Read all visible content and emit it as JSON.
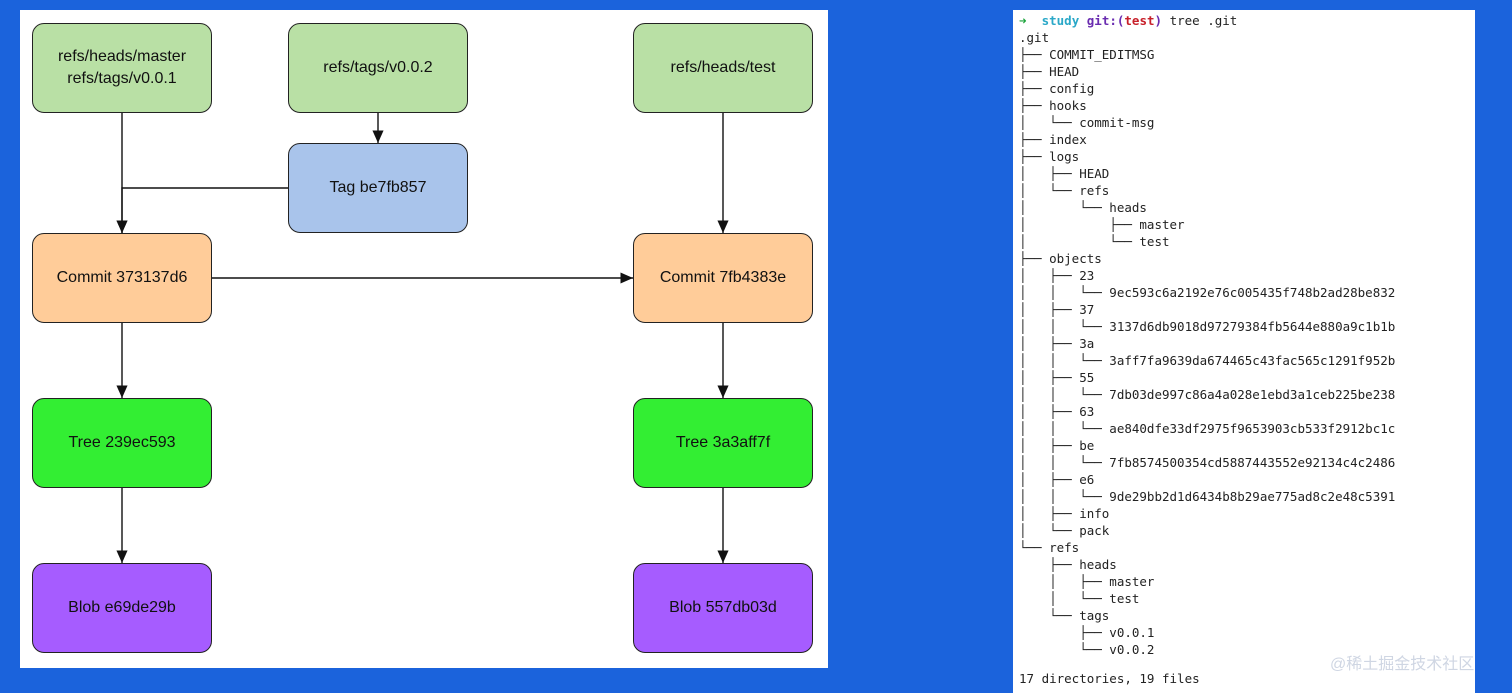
{
  "diagram": {
    "nodes": [
      {
        "id": "ref-master",
        "kind": "ref",
        "lines": [
          "refs/heads/master",
          "refs/tags/v0.0.1"
        ]
      },
      {
        "id": "ref-tag2",
        "kind": "ref",
        "lines": [
          "refs/tags/v0.0.2"
        ]
      },
      {
        "id": "ref-test",
        "kind": "ref",
        "lines": [
          "refs/heads/test"
        ]
      },
      {
        "id": "tag",
        "kind": "tag",
        "lines": [
          "Tag be7fb857"
        ]
      },
      {
        "id": "commit1",
        "kind": "commit",
        "lines": [
          "Commit 373137d6"
        ]
      },
      {
        "id": "commit2",
        "kind": "commit",
        "lines": [
          "Commit 7fb4383e"
        ]
      },
      {
        "id": "tree1",
        "kind": "tree",
        "lines": [
          "Tree 239ec593"
        ]
      },
      {
        "id": "tree2",
        "kind": "tree",
        "lines": [
          "Tree 3a3aff7f"
        ]
      },
      {
        "id": "blob1",
        "kind": "blob",
        "lines": [
          "Blob e69de29b"
        ]
      },
      {
        "id": "blob2",
        "kind": "blob",
        "lines": [
          "Blob 557db03d"
        ]
      }
    ],
    "edges": [
      [
        "ref-master",
        "commit1"
      ],
      [
        "ref-tag2",
        "tag"
      ],
      [
        "tag",
        "commit1"
      ],
      [
        "ref-test",
        "commit2"
      ],
      [
        "commit1",
        "commit2"
      ],
      [
        "commit1",
        "tree1"
      ],
      [
        "tree1",
        "blob1"
      ],
      [
        "commit2",
        "tree2"
      ],
      [
        "tree2",
        "blob2"
      ]
    ],
    "colors": {
      "ref": "#b9e0a5",
      "tag": "#a9c4eb",
      "commit": "#ffcc99",
      "tree": "#33ee33",
      "blob": "#a65cff"
    }
  },
  "terminal": {
    "prompt": {
      "arrow": "➜",
      "dir": "study",
      "git": "git:(",
      "branch": "test",
      "git_close": ")",
      "command": "tree .git"
    },
    "lines": [
      ".git",
      "├── COMMIT_EDITMSG",
      "├── HEAD",
      "├── config",
      "├── hooks",
      "│   └── commit-msg",
      "├── index",
      "├── logs",
      "│   ├── HEAD",
      "│   └── refs",
      "│       └── heads",
      "│           ├── master",
      "│           └── test",
      "├── objects",
      "│   ├── 23",
      "│   │   └── 9ec593c6a2192e76c005435f748b2ad28be832",
      "│   ├── 37",
      "│   │   └── 3137d6db9018d97279384fb5644e880a9c1b1b",
      "│   ├── 3a",
      "│   │   └── 3aff7fa9639da674465c43fac565c1291f952b",
      "│   ├── 55",
      "│   │   └── 7db03de997c86a4a028e1ebd3a1ceb225be238",
      "│   ├── 63",
      "│   │   └── ae840dfe33df2975f9653903cb533f2912bc1c",
      "│   ├── be",
      "│   │   └── 7fb8574500354cd5887443552e92134c4c2486",
      "│   ├── e6",
      "│   │   └── 9de29bb2d1d6434b8b29ae775ad8c2e48c5391",
      "│   ├── info",
      "│   └── pack",
      "└── refs",
      "    ├── heads",
      "    │   ├── master",
      "    │   └── test",
      "    └── tags",
      "        ├── v0.0.1",
      "        └── v0.0.2"
    ],
    "summary": "17 directories, 19 files"
  },
  "watermark": "@稀土掘金技术社区"
}
